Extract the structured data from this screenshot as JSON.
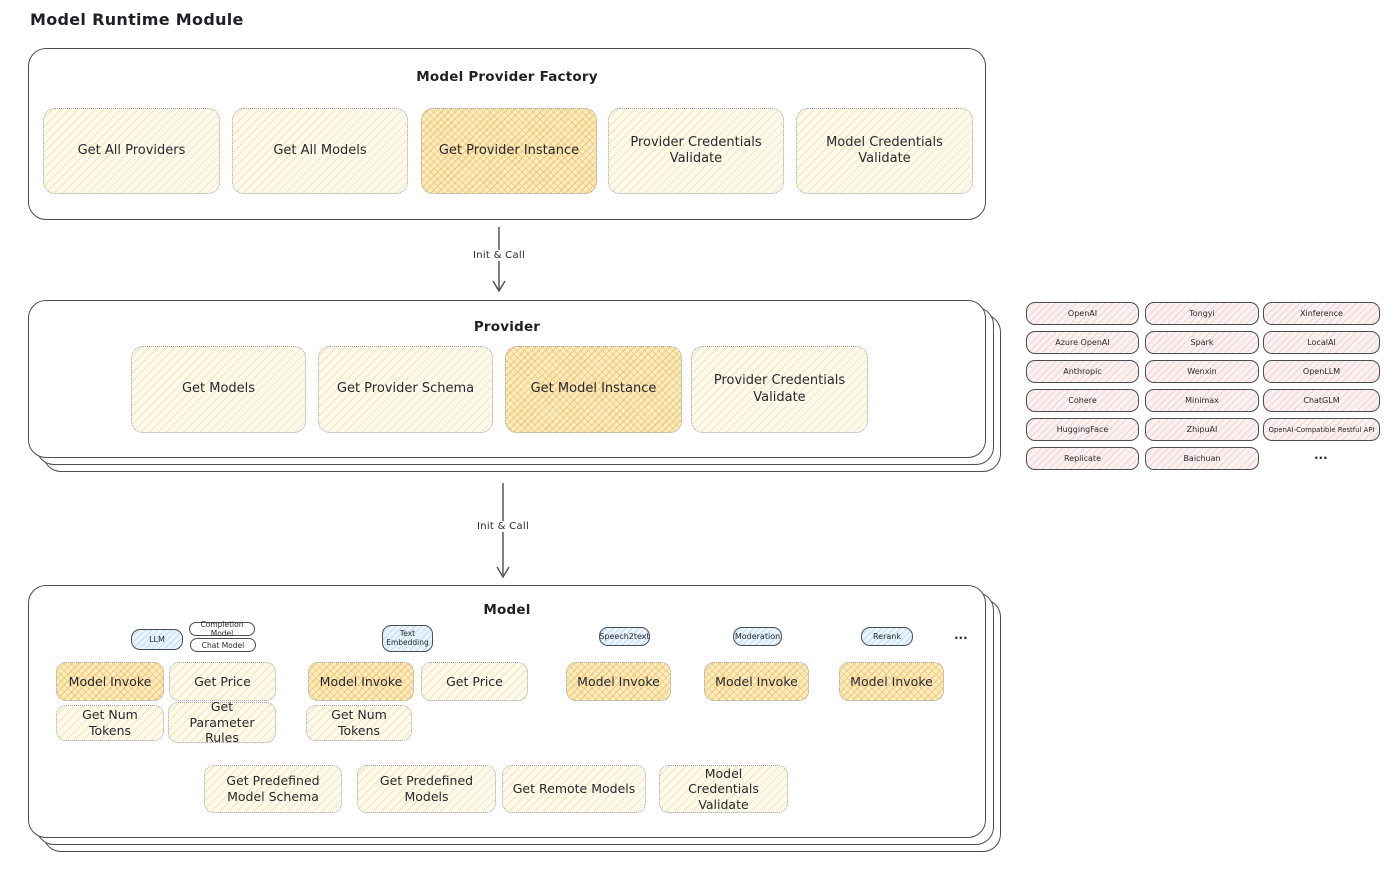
{
  "page": {
    "title": "Model Runtime Module"
  },
  "colors": {
    "frame_border": "#4a4d52",
    "yellow_fill": "#fefbee",
    "yellow_highlight": "#fcedc4",
    "pink_fill": "#fdf2f2",
    "blue_fill": "#e9f4fc"
  },
  "factory": {
    "title": "Model Provider Factory",
    "buttons": [
      {
        "label": "Get All Providers",
        "highlighted": false
      },
      {
        "label": "Get All Models",
        "highlighted": false
      },
      {
        "label": "Get Provider Instance",
        "highlighted": true
      },
      {
        "label": "Provider Credentials Validate",
        "highlighted": false
      },
      {
        "label": "Model Credentials Validate",
        "highlighted": false
      }
    ]
  },
  "flow": {
    "label1": "Init & Call",
    "label2": "Init & Call"
  },
  "provider": {
    "title": "Provider",
    "buttons": [
      {
        "label": "Get Models",
        "highlighted": false
      },
      {
        "label": "Get Provider Schema",
        "highlighted": false
      },
      {
        "label": "Get Model Instance",
        "highlighted": true
      },
      {
        "label": "Provider Credentials Validate",
        "highlighted": false
      }
    ]
  },
  "providers": {
    "col1": [
      "OpenAI",
      "Azure OpenAI",
      "Anthropic",
      "Cohere",
      "HuggingFace",
      "Replicate"
    ],
    "col2": [
      "Tongyi",
      "Spark",
      "Wenxin",
      "Minimax",
      "ZhipuAI",
      "Baichuan"
    ],
    "col3": [
      "Xinference",
      "LocalAI",
      "OpenLLM",
      "ChatGLM",
      "OpenAI-Compatible Restful API"
    ],
    "more": "..."
  },
  "model": {
    "title": "Model",
    "tabs": {
      "llm": "LLM",
      "completion_model": "Completion Model",
      "chat_model": "Chat Model",
      "text_embedding": "Text Embedding",
      "speech2text": "Speech2text",
      "moderation": "Moderation",
      "rerank": "Rerank",
      "more": "..."
    },
    "actions": {
      "model_invoke": "Model Invoke",
      "get_price": "Get Price",
      "get_num_tokens": "Get Num Tokens",
      "get_parameter_rules": "Get Parameter Rules",
      "get_predefined_model_schema": "Get Predefined Model Schema",
      "get_predefined_models": "Get Predefined Models",
      "get_remote_models": "Get Remote Models",
      "model_credentials_validate": "Model Credentials Validate"
    }
  }
}
